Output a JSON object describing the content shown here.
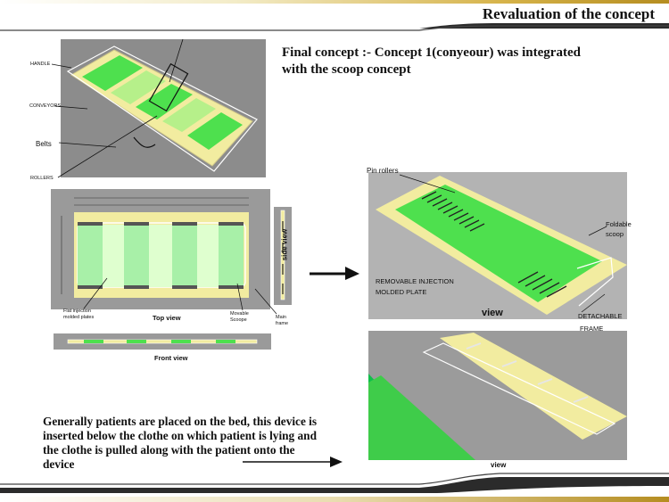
{
  "header": {
    "title": "Revaluation of the concept"
  },
  "headline": "Final concept :- Concept 1(conyeour) was integrated with the scoop concept",
  "body_text": "Generally patients are placed on the bed, this device is inserted below the clothe on which patient is lying and  the clothe  is pulled along with the patient onto the device",
  "render_labels": {
    "handle": "HANDLE",
    "conveyors": "CONVEYORS",
    "belts": "Belts",
    "rollers": "ROLLERS"
  },
  "drawing_labels": {
    "flat_plates": "Flat injection molded plates",
    "top_view": "Top view",
    "movable_scoope": "Movable Scoope",
    "main_frame": "Main frame",
    "side_view": "side view",
    "front_view": "Front view"
  },
  "scoop_labels": {
    "pin_rollers": "Pin rollers",
    "foldable_scoop": "Foldable scoop",
    "removable_plate_1": "REMOVABLE  INJECTION",
    "removable_plate_2": "MOLDED  PLATE",
    "view": "view",
    "detachable_frame_1": "DETACHABLE",
    "detachable_frame_2": "FRAME"
  },
  "bottom_caption": "view",
  "colors": {
    "header_gold": "#c8a434",
    "green": "#4ee04e",
    "pale_yellow": "#f2eca0",
    "render_bg": "#8c8c8c"
  }
}
